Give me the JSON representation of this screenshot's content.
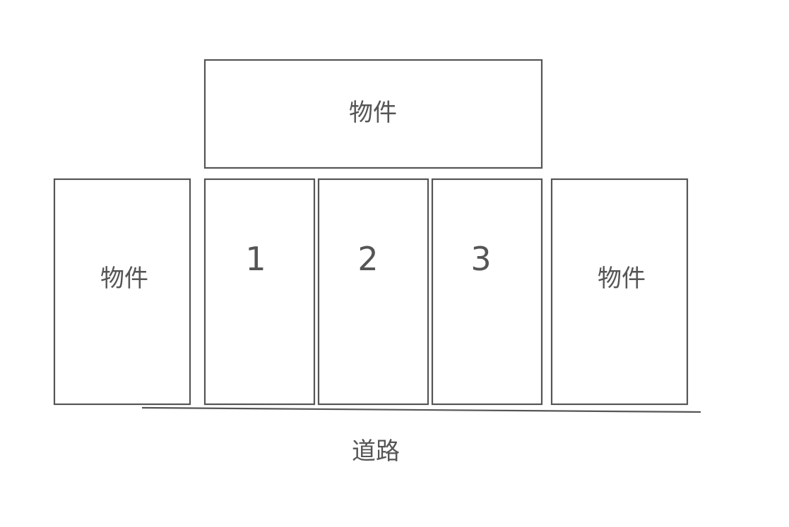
{
  "plots": {
    "top": {
      "label": "物件"
    },
    "left": {
      "label": "物件"
    },
    "lot1": {
      "label": "1"
    },
    "lot2": {
      "label": "2"
    },
    "lot3": {
      "label": "3"
    },
    "right": {
      "label": "物件"
    }
  },
  "road": {
    "label": "道路"
  },
  "colors": {
    "stroke": "#555555",
    "text": "#555555",
    "background": "#ffffff"
  }
}
